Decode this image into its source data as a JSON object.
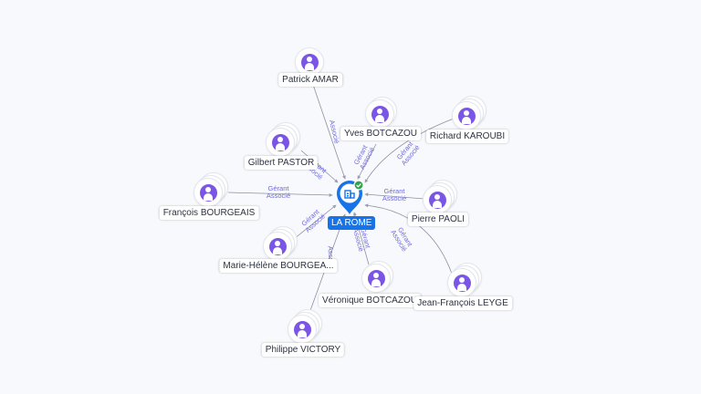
{
  "company": {
    "name": "LA ROME",
    "icon": "building-icon",
    "status_icon": "check-badge-icon"
  },
  "colors": {
    "avatar": "#7b55e6",
    "company": "#1773e8",
    "edge": "#8c90a3",
    "edge_label": "#6f6adf",
    "verified": "#2fa44f"
  },
  "persons": [
    {
      "id": "patrick-amar",
      "name": "Patrick AMAR",
      "roles": [
        "Associé"
      ]
    },
    {
      "id": "yves-botcazou",
      "name": "Yves BOTCAZOU",
      "roles": [
        "Gérant",
        "Associé"
      ]
    },
    {
      "id": "richard-karoubi",
      "name": "Richard KAROUBI",
      "roles": [
        "Gérant",
        "Associé"
      ]
    },
    {
      "id": "gilbert-pastor",
      "name": "Gilbert PASTOR",
      "roles": [
        "Gérant",
        "Associé"
      ]
    },
    {
      "id": "francois-bourgeais",
      "name": "François BOURGEAIS",
      "roles": [
        "Gérant",
        "Associé"
      ]
    },
    {
      "id": "pierre-paoli",
      "name": "Pierre PAOLI",
      "roles": [
        "Gérant",
        "Associé"
      ]
    },
    {
      "id": "marie-helene-bourgeais",
      "name": "Marie-Hélène BOURGEA...",
      "roles": [
        "Gérant",
        "Associé"
      ]
    },
    {
      "id": "veronique-botcazou",
      "name": "Véronique BOTCAZOU",
      "roles": [
        "Gérant",
        "Associé"
      ]
    },
    {
      "id": "jean-francois-leyge",
      "name": "Jean-François LEYGE",
      "roles": [
        "Gérant",
        "Associé"
      ]
    },
    {
      "id": "philippe-victory",
      "name": "Philippe VICTORY",
      "roles": [
        "Associé"
      ]
    }
  ]
}
